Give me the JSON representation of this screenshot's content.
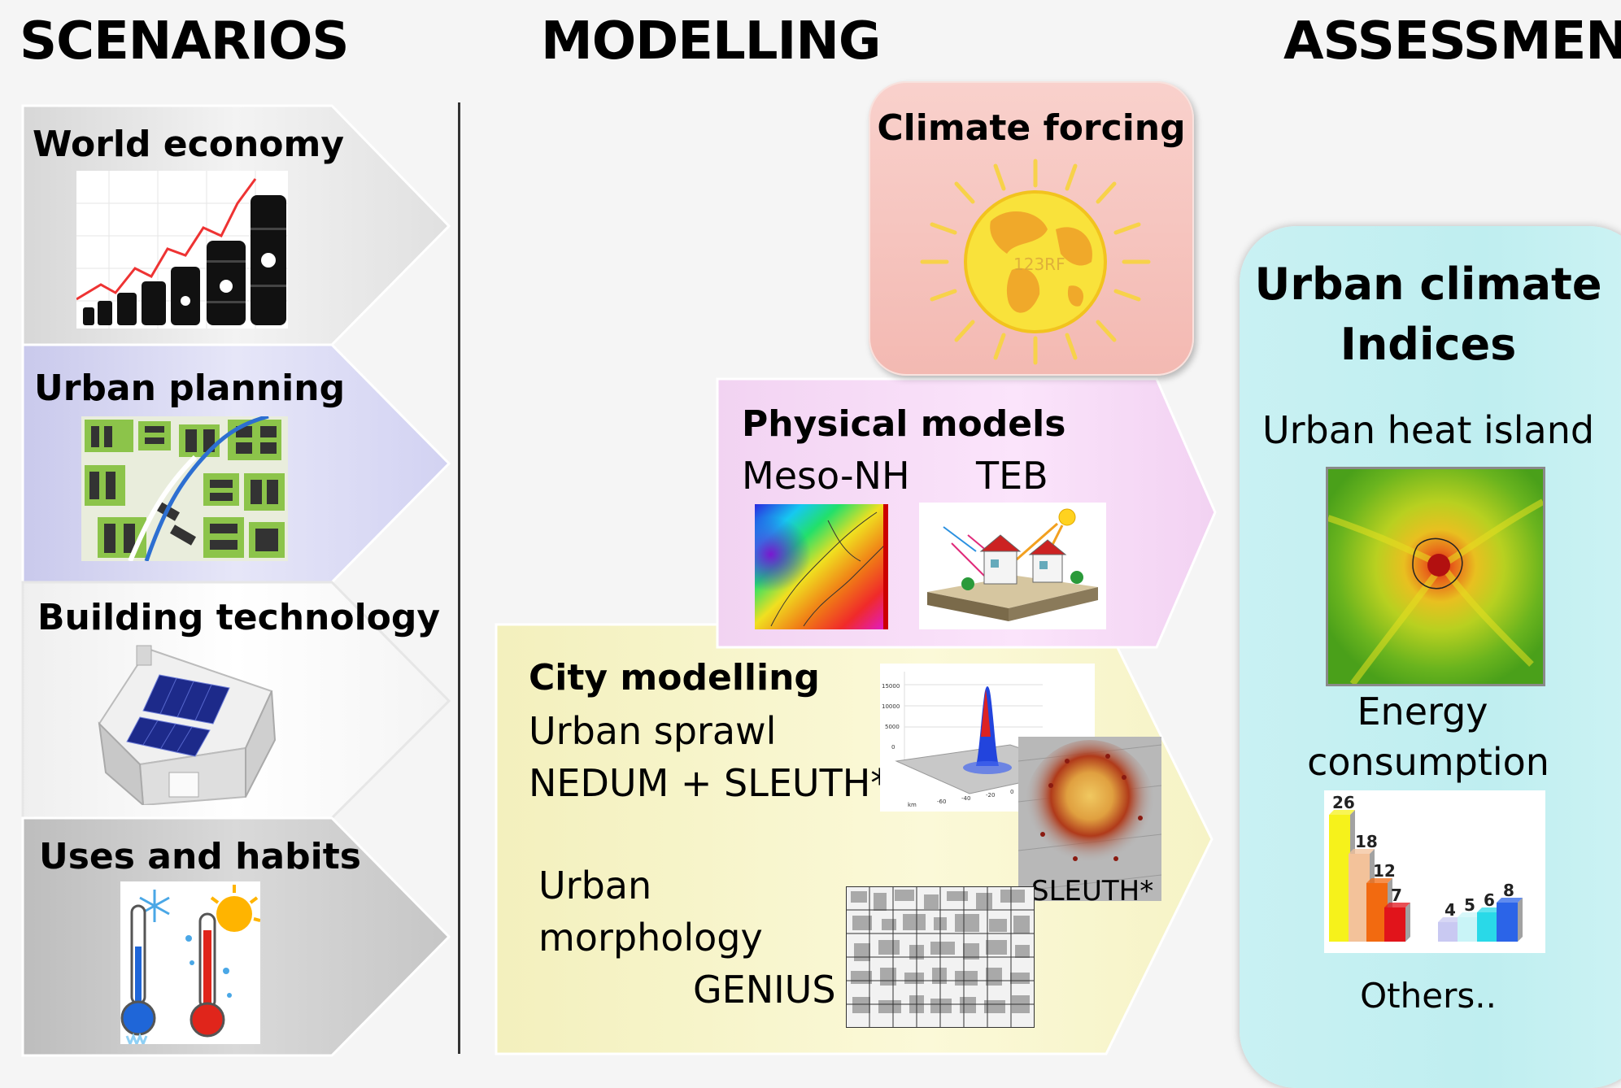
{
  "headers": {
    "scenarios": "SCENARIOS",
    "modelling": "MODELLING",
    "assessment": "ASSESSMENT"
  },
  "scenarios": [
    {
      "label": "World economy",
      "color": "#e3e3e3"
    },
    {
      "label": "Urban planning",
      "color": "#d9d9f3"
    },
    {
      "label": "Building technology",
      "color": "#f7f7f7"
    },
    {
      "label": "Uses and habits",
      "color": "#cfcfcf"
    }
  ],
  "modelling": {
    "climate_forcing": {
      "title": "Climate forcing",
      "watermark": "123RF"
    },
    "physical_models": {
      "title": "Physical models",
      "model_a": "Meso-NH",
      "model_b": "TEB"
    },
    "city_modelling": {
      "title": "City modelling",
      "line1": "Urban sprawl",
      "line2": "NEDUM + SLEUTH*",
      "morph1": "Urban",
      "morph2": "morphology",
      "genius": "GENIUS",
      "sleuth_caption": "SLEUTH*",
      "plot_ticks": [
        "15000",
        "10000",
        "5000",
        "0"
      ],
      "plot_axis": [
        "km",
        "-60",
        "-40",
        "-20",
        "0"
      ]
    }
  },
  "assessment": {
    "title_line1": "Urban climate",
    "title_line2": "Indices",
    "uhi": "Urban heat island",
    "energy1": "Energy",
    "energy2": "consumption",
    "others": "Others..",
    "bars": [
      {
        "value": 26,
        "color": "#f6f21b"
      },
      {
        "value": 18,
        "color": "#f3c29a"
      },
      {
        "value": 12,
        "color": "#f26a10"
      },
      {
        "value": 7,
        "color": "#e1141b"
      },
      {
        "value": 4,
        "color": "#c9c9f2"
      },
      {
        "value": 5,
        "color": "#c9f4f7"
      },
      {
        "value": 6,
        "color": "#29d9e8"
      },
      {
        "value": 8,
        "color": "#2b64e8"
      }
    ]
  }
}
